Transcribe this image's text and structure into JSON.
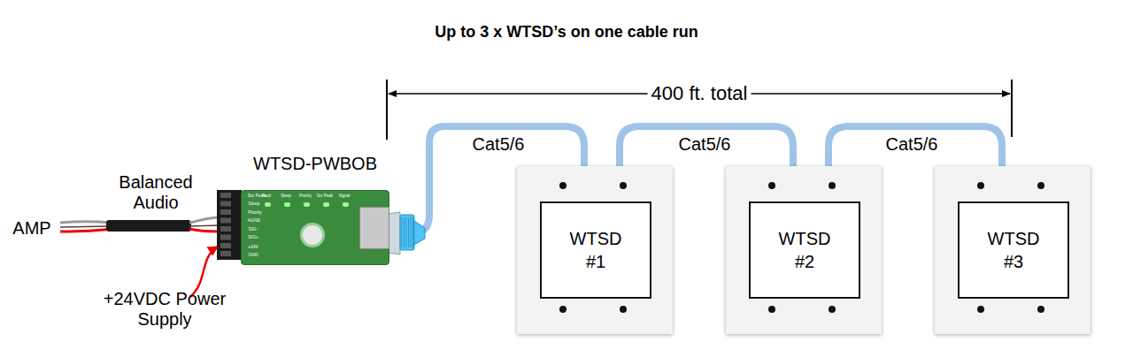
{
  "diagram": {
    "title": "Up to 3 x WTSD’s on one cable run",
    "nodes": [
      {
        "text": [
          "WTSD-PWBOB"
        ]
      },
      {
        "text": [
          "WTSD #1"
        ]
      },
      {
        "text": [
          "WTSD #2"
        ]
      },
      {
        "text": [
          "WTSD #3"
        ]
      }
    ],
    "edges": [
      {
        "from": 0,
        "to": 1,
        "label": "Cat5/6",
        "arrow": "none"
      },
      {
        "from": 1,
        "to": 2,
        "label": "Cat5/6",
        "arrow": "none"
      },
      {
        "from": 2,
        "to": 3,
        "label": "Cat5/6",
        "arrow": "none"
      }
    ],
    "labels": [
      "400 ft. total",
      "Balanced Audio",
      "AMP",
      "+24VDC Power Supply",
      "Src Peak",
      "Sleep",
      "Priority",
      "AGND",
      "SIG-",
      "SIG+",
      "+24V",
      "GND",
      "Fault",
      "Sleep",
      "Priority",
      "Src Peak",
      "Signal"
    ]
  }
}
